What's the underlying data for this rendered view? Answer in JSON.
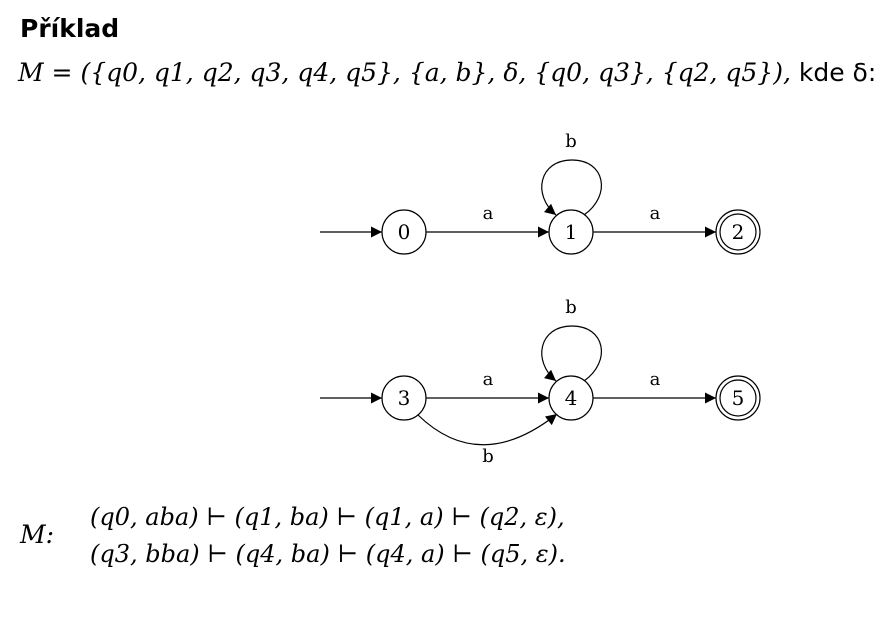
{
  "heading": "Příklad",
  "definition": {
    "formula": "M = ({q0, q1, q2, q3, q4, q5}, {a, b}, δ, {q0, q3}, {q2, q5}),",
    "suffix": " kde δ:"
  },
  "automaton": {
    "states": [
      "0",
      "1",
      "2",
      "3",
      "4",
      "5"
    ],
    "initial": [
      "0",
      "3"
    ],
    "accepting": [
      "2",
      "5"
    ],
    "transitions": [
      {
        "from": "0",
        "to": "1",
        "label": "a"
      },
      {
        "from": "1",
        "to": "1",
        "label": "b"
      },
      {
        "from": "1",
        "to": "2",
        "label": "a"
      },
      {
        "from": "3",
        "to": "4",
        "label": "a"
      },
      {
        "from": "3",
        "to": "4",
        "label": "b"
      },
      {
        "from": "4",
        "to": "4",
        "label": "b"
      },
      {
        "from": "4",
        "to": "5",
        "label": "a"
      }
    ]
  },
  "computation": {
    "label": "M:",
    "line1": "(q0, aba) ⊢ (q1, ba) ⊢ (q1, a) ⊢ (q2, ε),",
    "line2": "(q3, bba) ⊢ (q4, ba) ⊢ (q4, a) ⊢ (q5, ε)."
  }
}
